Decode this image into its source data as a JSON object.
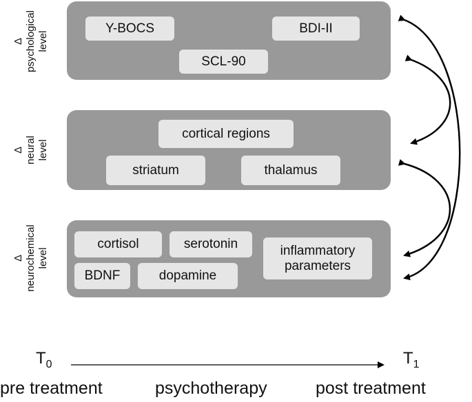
{
  "levels": {
    "psychological": {
      "delta": "Δ",
      "line1": "psychological",
      "line2": "level",
      "measures": [
        "Y-BOCS",
        "BDI-II",
        "SCL-90"
      ]
    },
    "neural": {
      "delta": "Δ",
      "line1": "neural",
      "line2": "level",
      "measures": [
        "cortical regions",
        "striatum",
        "thalamus"
      ]
    },
    "neurochemical": {
      "delta": "Δ",
      "line1": "neurochemical",
      "line2": "level",
      "measures": [
        "cortisol",
        "serotonin",
        "inflammatory\nparameters",
        "BDNF",
        "dopamine"
      ]
    }
  },
  "timeline": {
    "t0": {
      "base": "T",
      "sub": "0"
    },
    "t1": {
      "base": "T",
      "sub": "1"
    },
    "phases": [
      "pre treatment",
      "psychotherapy",
      "post treatment"
    ]
  },
  "colors": {
    "panel": "#999999",
    "chip": "#e6e6e6",
    "arrow": "#000000"
  }
}
